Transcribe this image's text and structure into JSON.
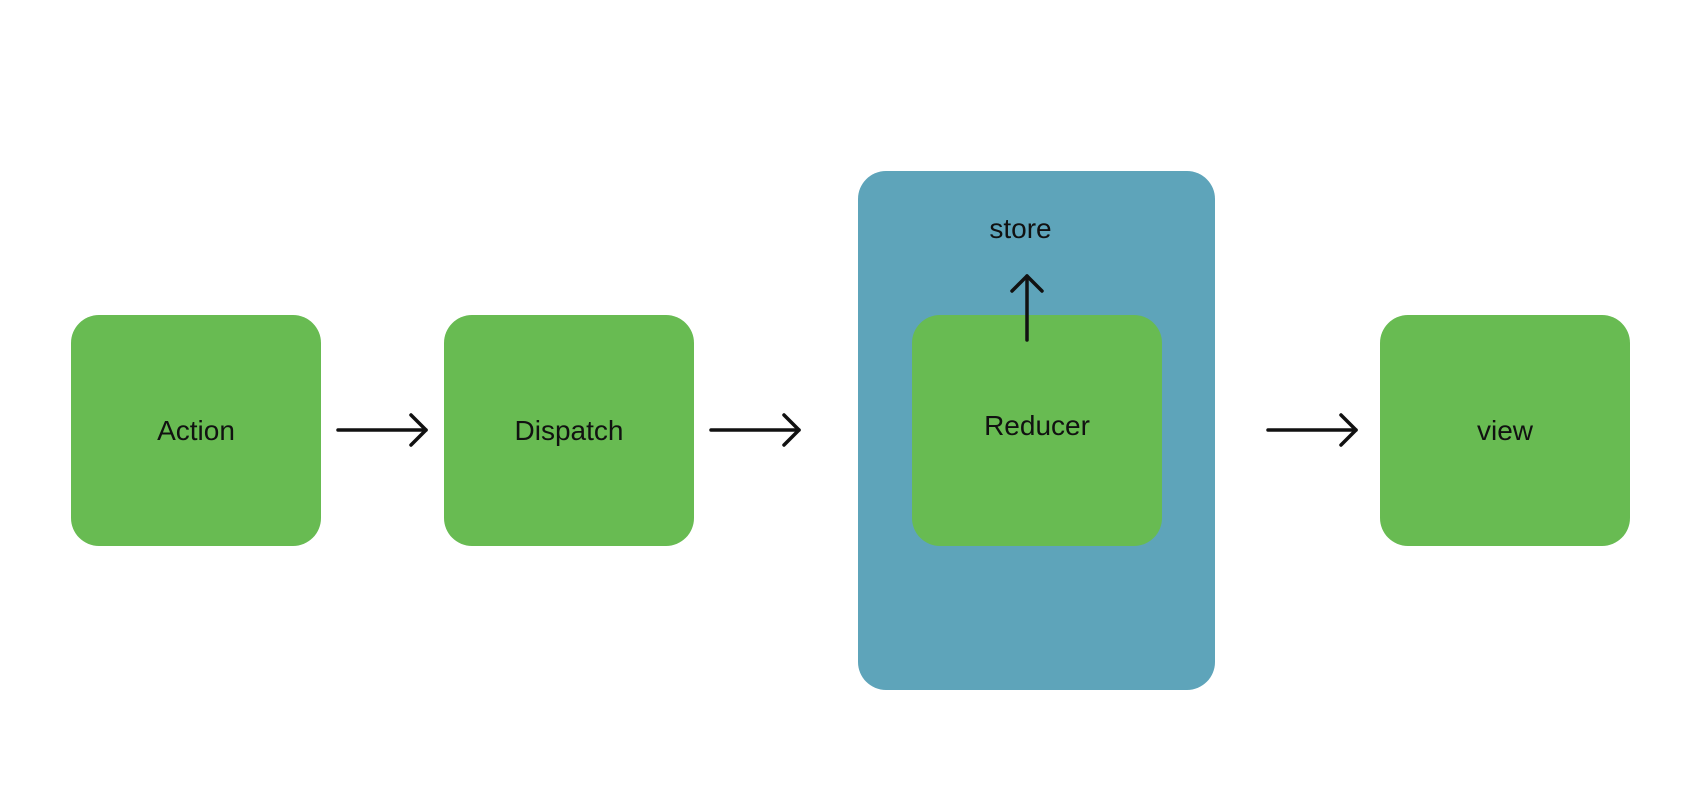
{
  "diagram": {
    "nodes": {
      "action": "Action",
      "dispatch": "Dispatch",
      "reducer": "Reducer",
      "view": "view"
    },
    "container": {
      "label": "store"
    },
    "colors": {
      "node_fill": "#68bb52",
      "container_fill": "#5ea4ba",
      "arrow_stroke": "#111111",
      "background": "#ffffff"
    }
  }
}
